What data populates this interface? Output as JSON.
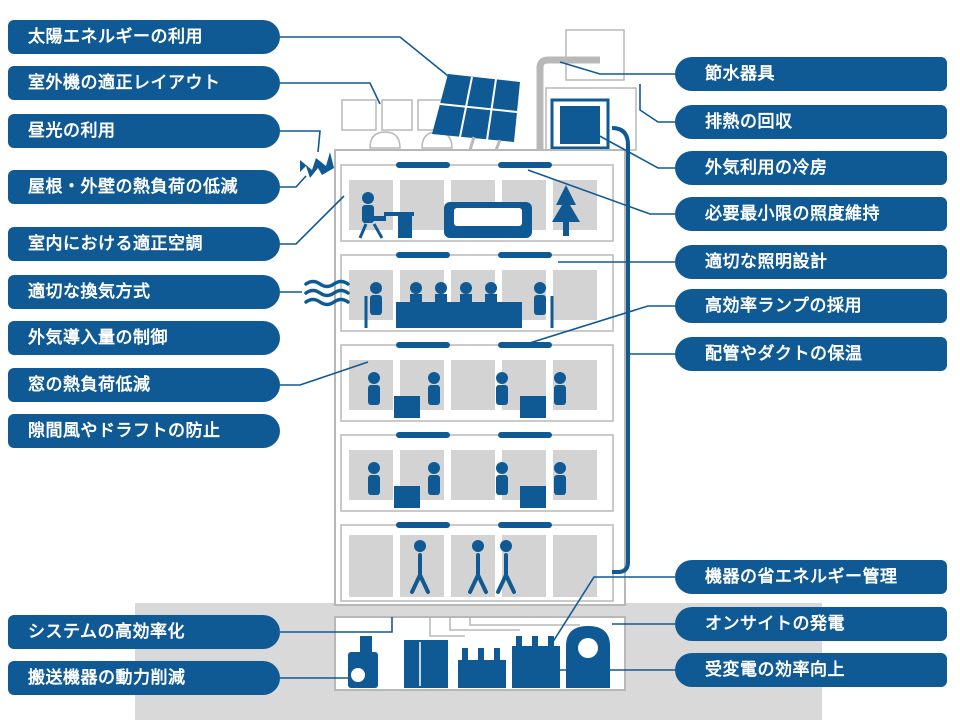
{
  "diagram": {
    "left_labels": [
      "太陽エネルギーの利用",
      "室外機の適正レイアウト",
      "昼光の利用",
      "屋根・外壁の熱負荷の低減",
      "室内における適正空調",
      "適切な換気方式",
      "外気導入量の制御",
      "窓の熱負荷低減",
      "隙間風やドラフトの防止",
      "システムの高効率化",
      "搬送機器の動力削減"
    ],
    "right_labels": [
      "節水器具",
      "排熱の回収",
      "外気利用の冷房",
      "必要最小限の照度維持",
      "適切な照明設計",
      "高効率ランプの採用",
      "配管やダクトの保温",
      "機器の省エネルギー管理",
      "オンサイトの発電",
      "受変電の効率向上"
    ]
  },
  "colors": {
    "label_bg": "#0f5a94",
    "label_text": "#ffffff",
    "building_line": "#0f5a94",
    "window_fill": "#d3d3d3",
    "ground_fill": "#d9d9d9"
  }
}
